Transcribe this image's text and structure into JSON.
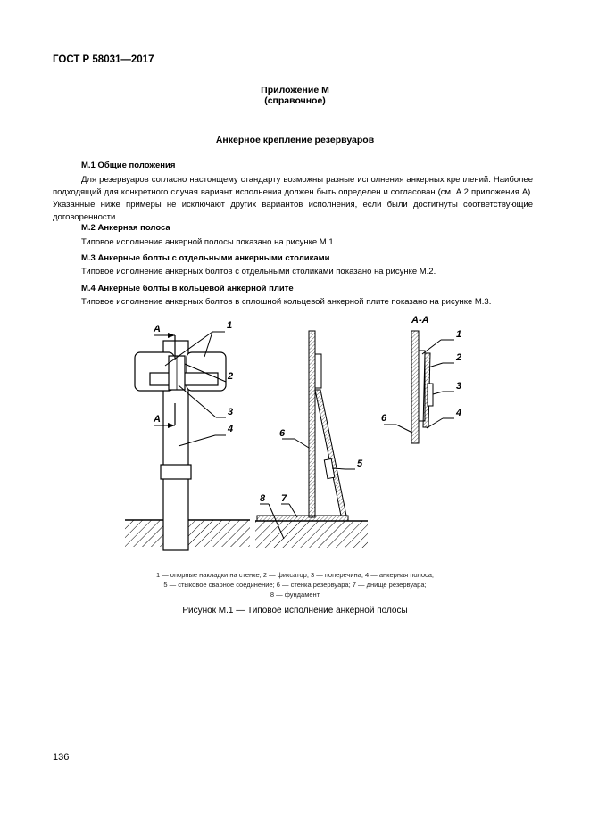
{
  "header": {
    "standard": "ГОСТ Р 58031—2017"
  },
  "appendix": {
    "title": "Приложение М",
    "subtitle": "(справочное)"
  },
  "title": "Анкерное крепление резервуаров",
  "sections": [
    {
      "heading": "М.1 Общие положения",
      "paragraph": "Для резервуаров согласно настоящему стандарту возможны разные исполнения анкерных креплений. Наиболее подходящий для конкретного случая вариант исполнения должен быть определен и согласован (см. А.2 приложения А). Указанные ниже примеры не исключают других вариантов исполнения, если были достигнуты соответствующие договоренности."
    },
    {
      "heading": "М.2 Анкерная полоса",
      "paragraph": "Типовое исполнение анкерной полосы показано на рисунке М.1."
    },
    {
      "heading": "М.3 Анкерные болты с отдельными анкерными столиками",
      "paragraph": "Типовое исполнение анкерных болтов с отдельными столиками показано на рисунке М.2."
    },
    {
      "heading": "М.4 Анкерные болты в кольцевой анкерной плите",
      "paragraph": "Типовое исполнение анкерных болтов в сплошной кольцевой анкерной плите показано на рисунке М.3."
    }
  ],
  "figure": {
    "section_label": "А-А",
    "arrow_letter_top": "А",
    "arrow_letter_bottom": "А",
    "callouts": [
      "1",
      "2",
      "3",
      "4",
      "5",
      "6",
      "7",
      "8"
    ],
    "legend_lines": [
      "1 — опорные накладки на стенке; 2 — фиксатор; 3 — поперечина; 4 — анкерная полоса;",
      "5 — стыковое сварное соединение; 6 — стенка резервуара; 7 — днище резервуара;",
      "8 — фундамент"
    ],
    "caption": "Рисунок М.1 — Типовое исполнение анкерной полосы"
  },
  "page_number": "136"
}
